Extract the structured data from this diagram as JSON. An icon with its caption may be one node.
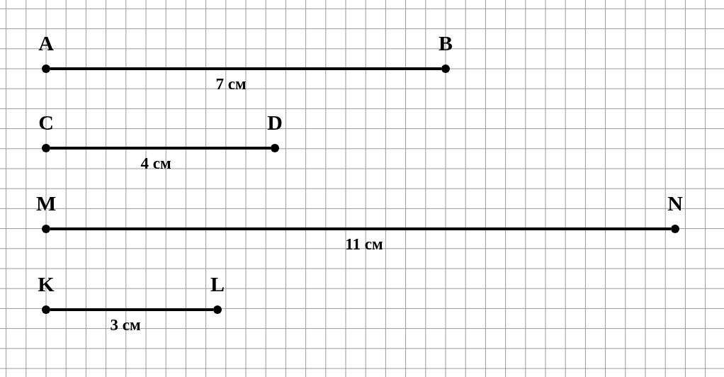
{
  "diagram": {
    "nodes": [
      {
        "text": [
          "A"
        ]
      },
      {
        "text": [
          "B"
        ]
      },
      {
        "text": [
          "C"
        ]
      },
      {
        "text": [
          "D"
        ]
      },
      {
        "text": [
          "M"
        ]
      },
      {
        "text": [
          "N"
        ]
      },
      {
        "text": [
          "K"
        ]
      },
      {
        "text": [
          "L"
        ]
      }
    ],
    "edges": [
      {
        "from": 0,
        "to": 1,
        "arrow": "none",
        "label": "7 см"
      },
      {
        "from": 2,
        "to": 3,
        "arrow": "none",
        "label": "4 см"
      },
      {
        "from": 4,
        "to": 5,
        "arrow": "none",
        "label": "11 см"
      },
      {
        "from": 6,
        "to": 7,
        "arrow": "none",
        "label": "3 см"
      }
    ]
  }
}
